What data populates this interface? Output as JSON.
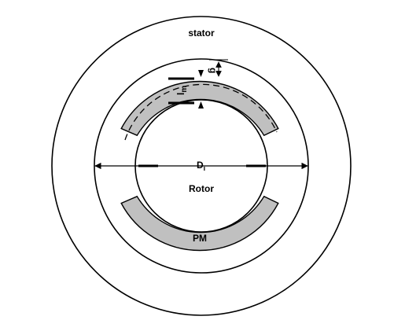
{
  "labels": {
    "stator": "stator",
    "rotor": "Rotor",
    "pm": "PM",
    "diameter_main": "D",
    "diameter_sub": "i",
    "airgap": "g",
    "magnet_thickness_main": "l",
    "magnet_thickness_sub": "m"
  },
  "colors": {
    "line": "#000000",
    "magnet_fill": "#c0c0c0",
    "background": "#ffffff"
  }
}
